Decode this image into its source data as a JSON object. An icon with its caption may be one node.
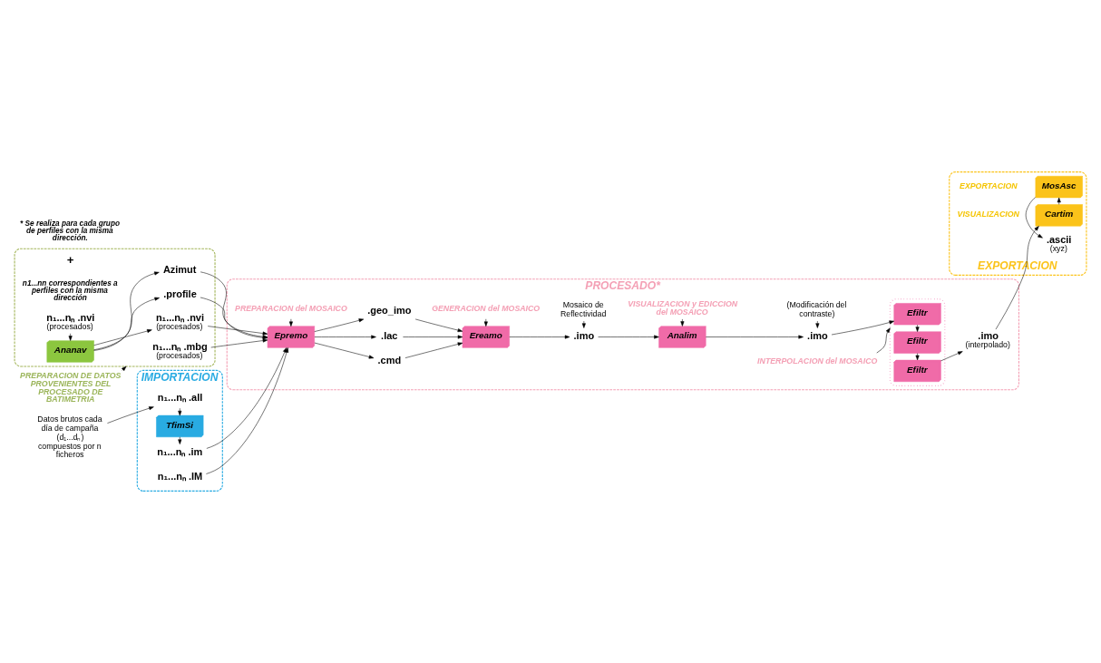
{
  "diagram": {
    "nodes": [
      {
        "text": [
          "IMPORTACION"
        ]
      },
      {
        "text": [
          "n₁...nₙ .all"
        ],
        "in": 0
      },
      {
        "text": [
          "TfimSi"
        ],
        "in": 0
      },
      {
        "text": [
          "n₁...nₙ .im"
        ],
        "in": 0
      },
      {
        "text": [
          "n₁...nₙ .IM"
        ],
        "in": 0
      },
      {
        "text": [
          "Datos brutos cada día de campaña (d₁...dₙ) compuestos por n ficheros"
        ]
      },
      {
        "text": [
          "PROCESADO*"
        ]
      },
      {
        "text": [
          "PREPARACION del MOSAICO"
        ],
        "in": 6
      },
      {
        "text": [
          "Epremo"
        ],
        "in": 6
      },
      {
        "text": [
          ".cmd"
        ],
        "in": 6
      },
      {
        "text": [
          ".lac"
        ],
        "in": 6
      },
      {
        "text": [
          ".geo_imo"
        ],
        "in": 6
      },
      {
        "text": [
          "GENERACION del MOSAICO"
        ],
        "in": 6
      },
      {
        "text": [
          "Ereamo"
        ],
        "in": 6
      },
      {
        "text": [
          ".imo"
        ],
        "in": 6
      },
      {
        "text": [
          "Mosaico de Reflectividad"
        ],
        "in": 6
      },
      {
        "text": [
          "VISUALIZACION y EDICCION del MOSAICO"
        ],
        "in": 6
      },
      {
        "text": [
          "Analim"
        ],
        "in": 6
      },
      {
        "text": [
          ".imo"
        ],
        "in": 6
      },
      {
        "text": [
          "(Modificación del contraste)"
        ],
        "in": 6
      },
      {
        "text": [],
        "shape": "box",
        "in": 6
      },
      {
        "text": [
          "Efiltr"
        ],
        "in": 20
      },
      {
        "text": [
          "Efiltr"
        ],
        "in": 20
      },
      {
        "text": [
          "Efiltr"
        ],
        "in": 20
      },
      {
        "text": [
          "INTERPOLACION del MOSAICO"
        ],
        "in": 6
      },
      {
        "text": [
          ".imo"
        ],
        "beside": [
          "(interpolado)"
        ],
        "in": 6
      },
      {
        "text": [],
        "shape": "box"
      },
      {
        "text": [
          "n₁...nₙ .nvi"
        ],
        "beside": [
          "(procesados)"
        ],
        "in": 26
      },
      {
        "text": [
          ".profile"
        ],
        "in": 26
      },
      {
        "text": [
          "Azimut"
        ],
        "in": 26
      },
      {
        "text": [
          "Ananav"
        ],
        "in": 26
      },
      {
        "text": [
          "n₁...nₙ .nvi"
        ],
        "beside": [
          "(procesados)"
        ],
        "in": 26
      },
      {
        "text": [
          "n₁...nₙ .mbg"
        ],
        "beside": [
          "(procesados)"
        ],
        "in": 26
      },
      {
        "text": [
          "PREPARACION DE DATOS PROVENIENTES DEL PROCESADO DE BATIMETRIA"
        ]
      },
      {
        "text": [
          "EXPORTACION"
        ]
      },
      {
        "text": [
          "Cartim"
        ],
        "beside": [
          "VISUALIZACION"
        ],
        "in": 34
      },
      {
        "text": [
          "MosAsc"
        ],
        "beside": [
          "EXPORTACION"
        ],
        "in": 34
      },
      {
        "text": [
          ".ascii"
        ],
        "beside": [
          "(xyz)"
        ],
        "in": 34
      }
    ],
    "edges": [
      {
        "from": 5,
        "to": 1,
        "arrow": "to"
      },
      {
        "from": 1,
        "to": 2,
        "arrow": "to"
      },
      {
        "from": 2,
        "to": 3,
        "arrow": "to"
      },
      {
        "from": 3,
        "to": 8,
        "arrow": "to"
      },
      {
        "from": 4,
        "to": 8,
        "arrow": "to"
      },
      {
        "from": 7,
        "to": 8,
        "arrow": "to"
      },
      {
        "from": 8,
        "to": 9,
        "arrow": "to"
      },
      {
        "from": 8,
        "to": 10,
        "arrow": "to"
      },
      {
        "from": 8,
        "to": 11,
        "arrow": "to"
      },
      {
        "from": 9,
        "to": 13,
        "arrow": "to"
      },
      {
        "from": 10,
        "to": 13,
        "arrow": "to"
      },
      {
        "from": 11,
        "to": 13,
        "arrow": "to"
      },
      {
        "from": 12,
        "to": 13,
        "arrow": "to"
      },
      {
        "from": 13,
        "to": 14,
        "arrow": "to"
      },
      {
        "from": 15,
        "to": 14,
        "arrow": "to"
      },
      {
        "from": 16,
        "to": 17,
        "arrow": "to"
      },
      {
        "from": 14,
        "to": 17,
        "arrow": "to"
      },
      {
        "from": 17,
        "to": 18,
        "arrow": "to"
      },
      {
        "from": 19,
        "to": 18,
        "arrow": "to"
      },
      {
        "from": 18,
        "to": 21,
        "arrow": "to"
      },
      {
        "from": 21,
        "to": 22,
        "arrow": "to"
      },
      {
        "from": 22,
        "to": 23,
        "arrow": "to"
      },
      {
        "from": 24,
        "to": 20,
        "arrow": "to"
      },
      {
        "from": 23,
        "to": 25,
        "arrow": "to"
      },
      {
        "from": 30,
        "to": 27,
        "arrow": "to"
      },
      {
        "from": 30,
        "to": 28,
        "arrow": "to"
      },
      {
        "from": 30,
        "to": 29,
        "arrow": "to"
      },
      {
        "from": 31,
        "to": 30,
        "arrow": "to"
      },
      {
        "from": 27,
        "to": 8,
        "arrow": "to"
      },
      {
        "from": 28,
        "to": 8,
        "arrow": "to"
      },
      {
        "from": 29,
        "to": 8,
        "arrow": "to"
      },
      {
        "from": 32,
        "to": 8,
        "arrow": "to"
      },
      {
        "from": 33,
        "to": 26,
        "arrow": "to"
      },
      {
        "from": 25,
        "to": 35,
        "arrow": "to"
      },
      {
        "from": 35,
        "to": 36,
        "arrow": "to"
      },
      {
        "from": 36,
        "to": 37,
        "arrow": "to"
      }
    ],
    "labels": [
      "+",
      "n1...nn correspondientes a perfiles con la misma dirección",
      "* Se realiza para cada grupo de perfiles con la misma dirección."
    ]
  }
}
